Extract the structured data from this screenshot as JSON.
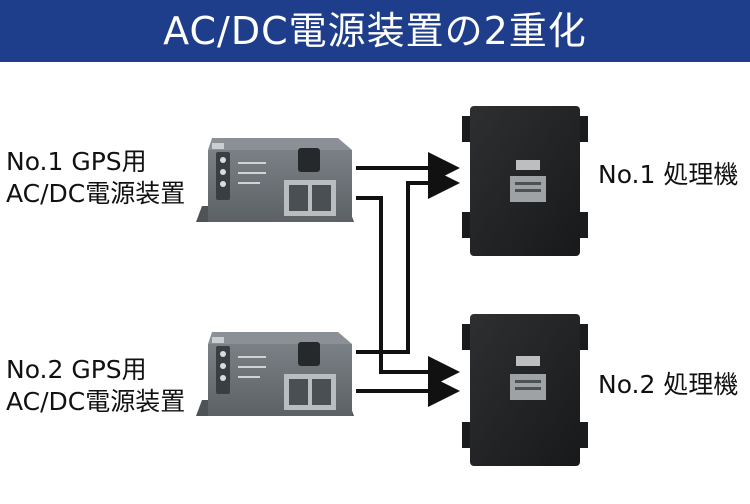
{
  "header": {
    "title": "AC/DC電源装置の2重化"
  },
  "power_supplies": [
    {
      "line1": "No.1 GPS用",
      "line2": "AC/DC電源装置"
    },
    {
      "line1": "No.2 GPS用",
      "line2": "AC/DC電源装置"
    }
  ],
  "processors": [
    {
      "label": "No.1 処理機"
    },
    {
      "label": "No.2 処理機"
    }
  ],
  "colors": {
    "header_bg": "#1e3d8a",
    "psu_body": "#6d7378",
    "processor_body": "#232425",
    "connection_line": "#111111"
  }
}
